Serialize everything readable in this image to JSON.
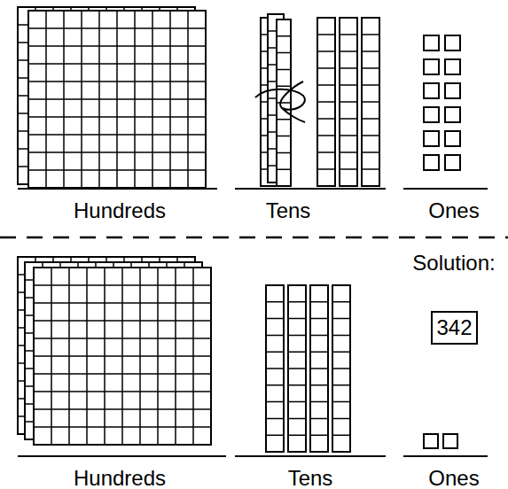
{
  "diagram": {
    "nodes": [
      {
        "text": [
          "342"
        ]
      }
    ],
    "labels": [
      "Hundreds",
      "Tens",
      "Ones",
      "Solution:",
      "Hundreds",
      "Tens",
      "Ones"
    ]
  }
}
